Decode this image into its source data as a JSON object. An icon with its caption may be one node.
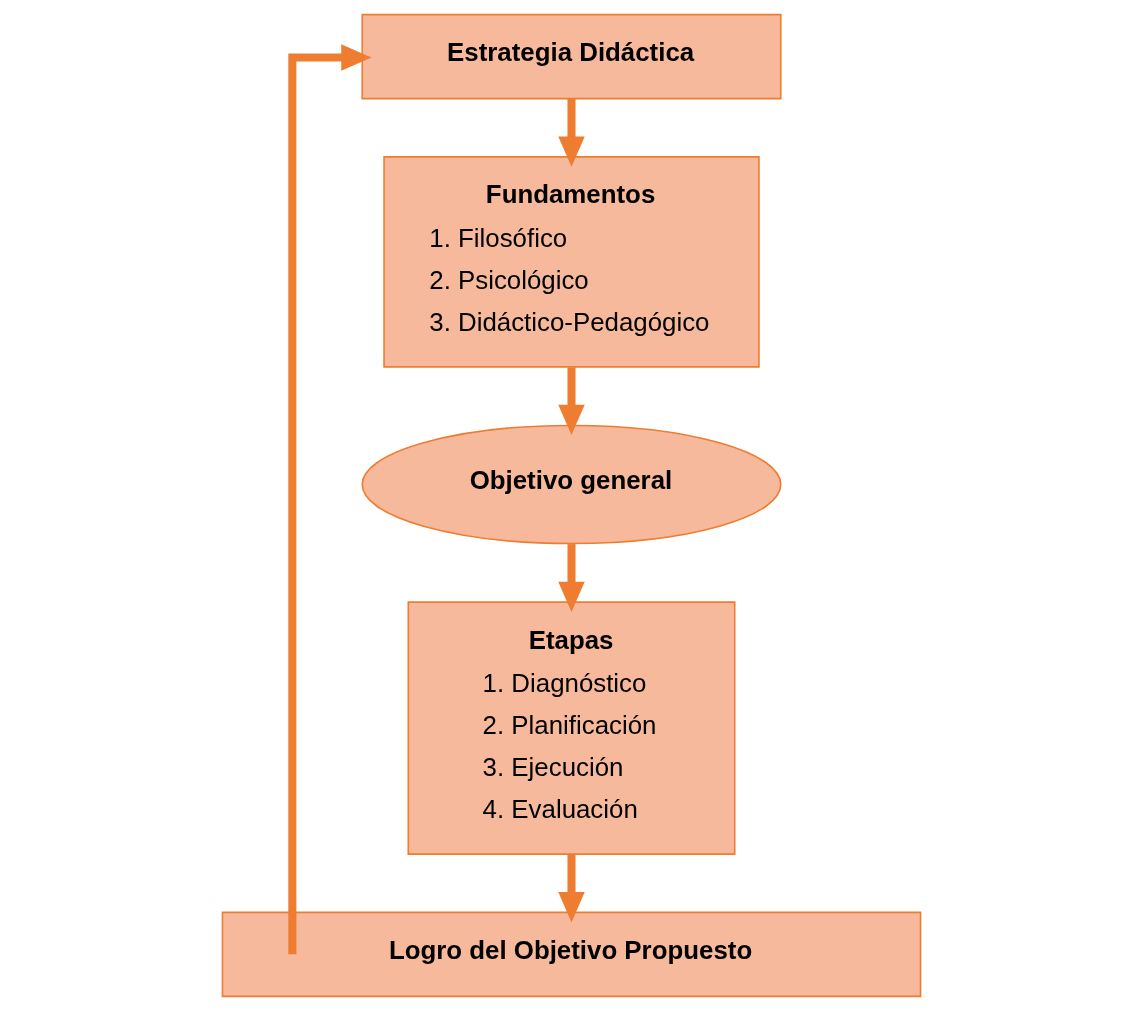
{
  "diagram": {
    "nodes": [
      {
        "text": [
          "Estrategia Didáctica"
        ]
      },
      {
        "text": [
          "Fundamentos",
          "1. Filosófico",
          "2. Psicológico",
          "3. Didáctico-Pedagógico"
        ]
      },
      {
        "text": [
          "Objetivo general"
        ]
      },
      {
        "text": [
          "Etapas",
          "1. Diagnóstico",
          "2. Planificación",
          "3. Ejecución",
          "4. Evaluación"
        ]
      },
      {
        "text": [
          "Logro del Objetivo Propuesto"
        ]
      }
    ],
    "edges": [
      {
        "from": 0,
        "to": 1,
        "arrow": "to"
      },
      {
        "from": 1,
        "to": 2,
        "arrow": "to"
      },
      {
        "from": 2,
        "to": 3,
        "arrow": "to"
      },
      {
        "from": 3,
        "to": 4,
        "arrow": "to"
      },
      {
        "from": 4,
        "to": 0,
        "arrow": "to"
      }
    ]
  }
}
